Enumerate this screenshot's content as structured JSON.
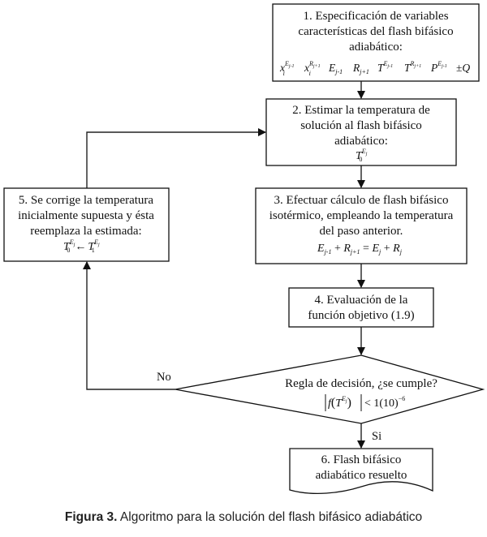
{
  "figure": {
    "caption_prefix": "Figura 3.",
    "caption_text": "Algoritmo para la solución del flash bifásico adiabático"
  },
  "nodes": {
    "step1": {
      "lines": [
        "1. Especificación de variables",
        "características del flash bifásico",
        "adiabático:"
      ],
      "formula": "x_i^{E_{j-1}}  x_i^{R_{j+1}}  E_{j-1}  R_{j+1}  T^{E_{j-1}}  T^{R_{j+1}}  P^{E_{j-1}}  ±Q"
    },
    "step2": {
      "lines": [
        "2. Estimar la temperatura de",
        "solución al flash bifásico",
        "adiabático:"
      ],
      "formula": "T_0^{E_j}"
    },
    "step3": {
      "lines": [
        "3. Efectuar cálculo de flash bifásico",
        "isotérmico, empleando la temperatura",
        "del paso anterior."
      ],
      "formula": "E_{j-1} + R_{j+1} = E_j + R_j"
    },
    "step4": {
      "lines": [
        "4. Evaluación de la",
        "función objetivo (1.9)"
      ]
    },
    "decision": {
      "lines": [
        "Regla de decisión, ¿se cumple?"
      ],
      "formula": "|f(T^{E_j})| < 1(10)^{-6}"
    },
    "step5": {
      "lines": [
        "5. Se corrige la temperatura",
        "inicialmente supuesta y ésta",
        "reemplaza la estimada:"
      ],
      "formula": "T_0^{E_j} ← T_1^{E_j}"
    },
    "step6": {
      "lines": [
        "6. Flash bifásico",
        "adiabático resuelto"
      ]
    }
  },
  "edge_labels": {
    "no": "No",
    "yes": "Si"
  }
}
